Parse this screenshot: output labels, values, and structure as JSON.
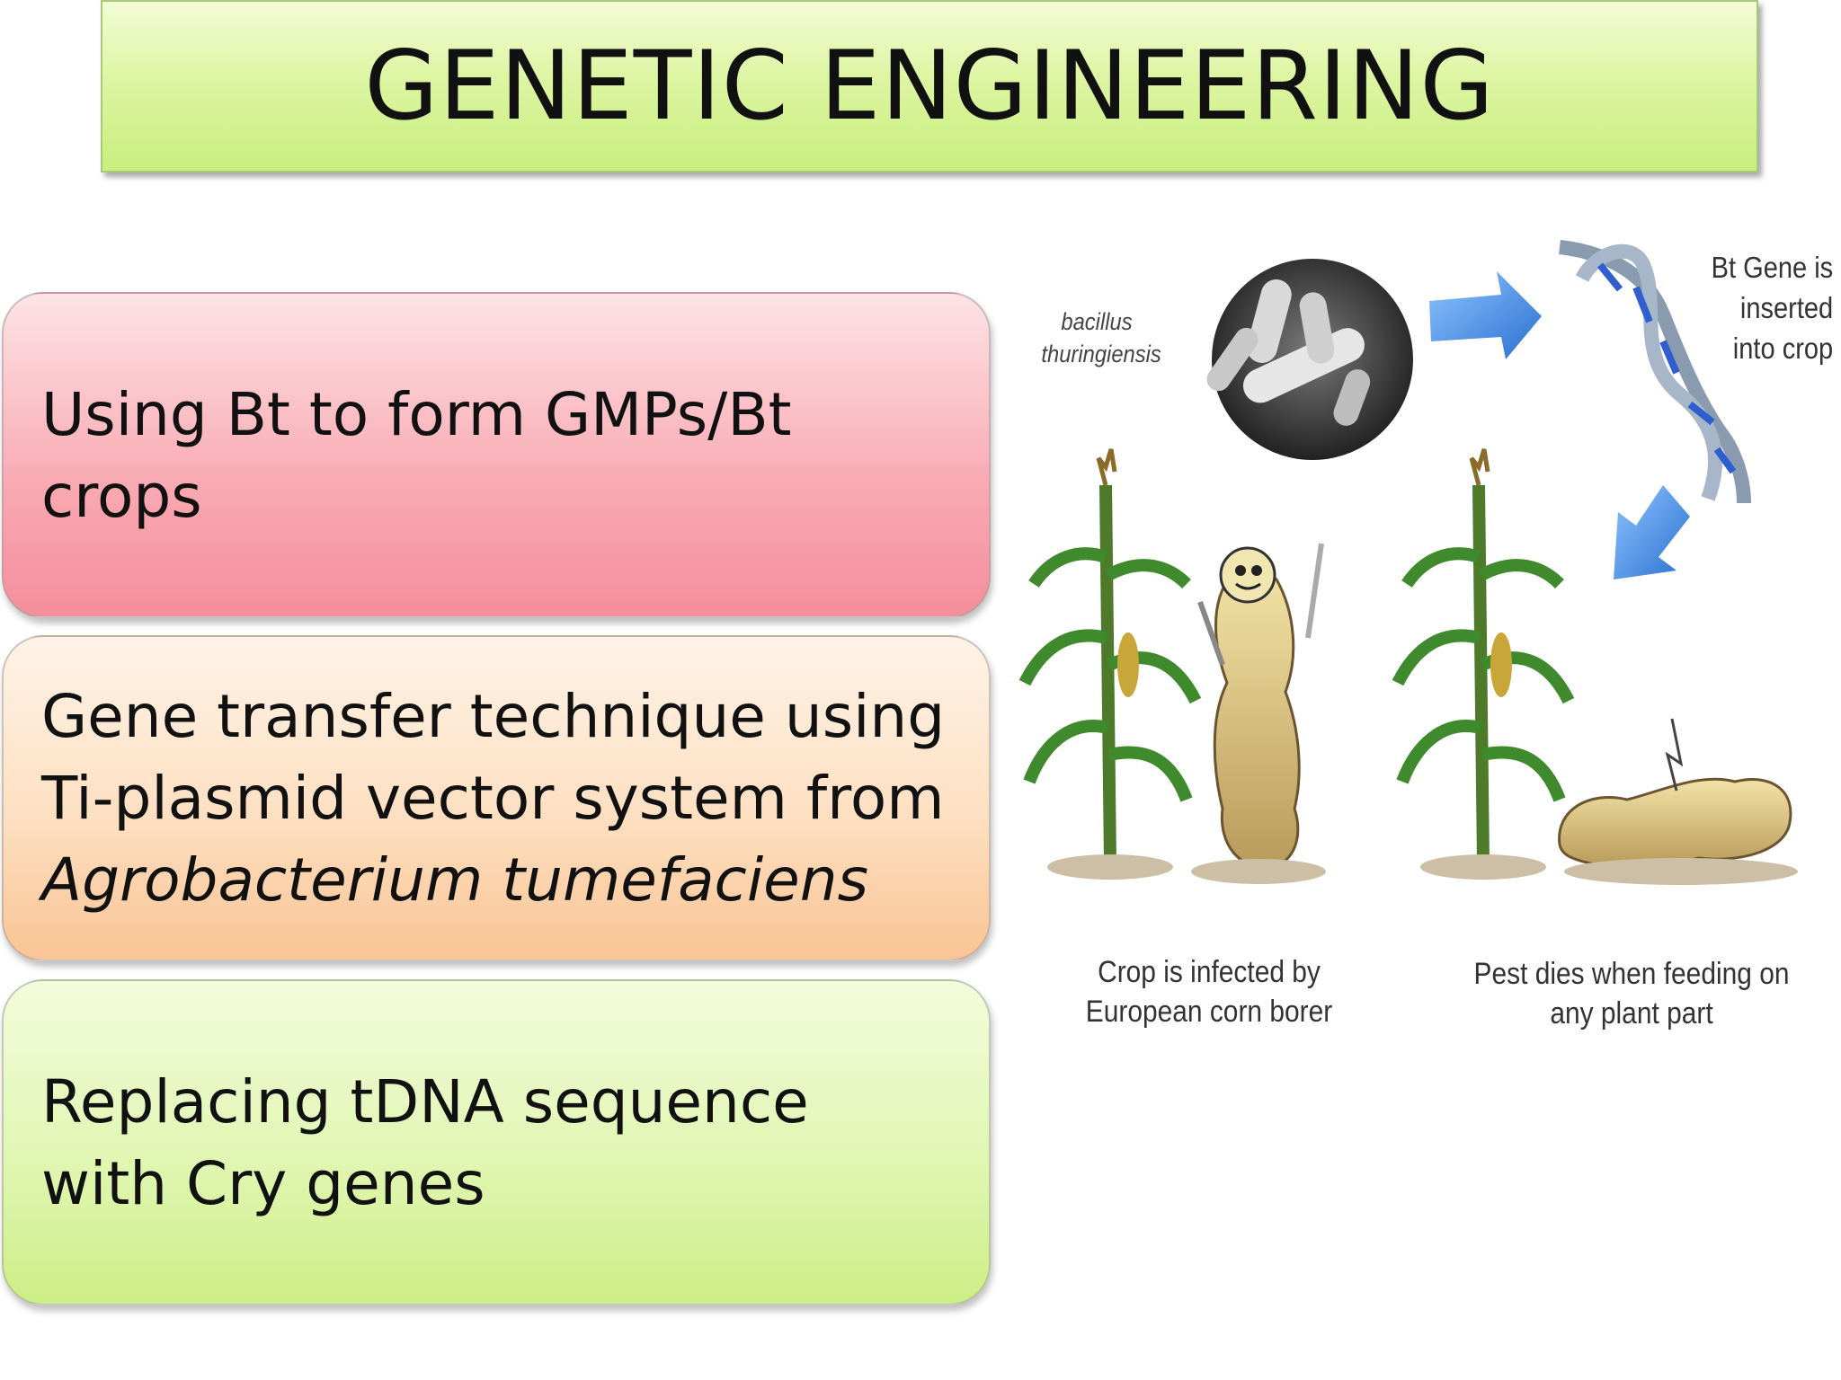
{
  "slide": {
    "title": "GENETIC ENGINEERING",
    "boxes": [
      {
        "text": "Using Bt to form GMPs/Bt crops"
      },
      {
        "text_plain": "Gene transfer technique using Ti-plasmid vector system from",
        "text_italic": "Agrobacterium tumefaciens"
      },
      {
        "text": "Replacing tDNA sequence with Cry genes"
      }
    ]
  },
  "figure": {
    "label_bacteria_line1": "bacillus",
    "label_bacteria_line2": "thuringiensis",
    "label_gene_line1": "Bt Gene is",
    "label_gene_line2": "inserted",
    "label_gene_line3": "into crop",
    "caption_left_line1": "Crop is infected by",
    "caption_left_line2": "European corn borer",
    "caption_right_line1": "Pest dies when feeding on",
    "caption_right_line2": "any plant part"
  },
  "colors": {
    "title_green": "#ddf5a2",
    "box_pink": "#f9a9b2",
    "box_peach": "#fde0c2",
    "box_green": "#e1f6b3",
    "arrow_blue": "#4a8fe0"
  }
}
